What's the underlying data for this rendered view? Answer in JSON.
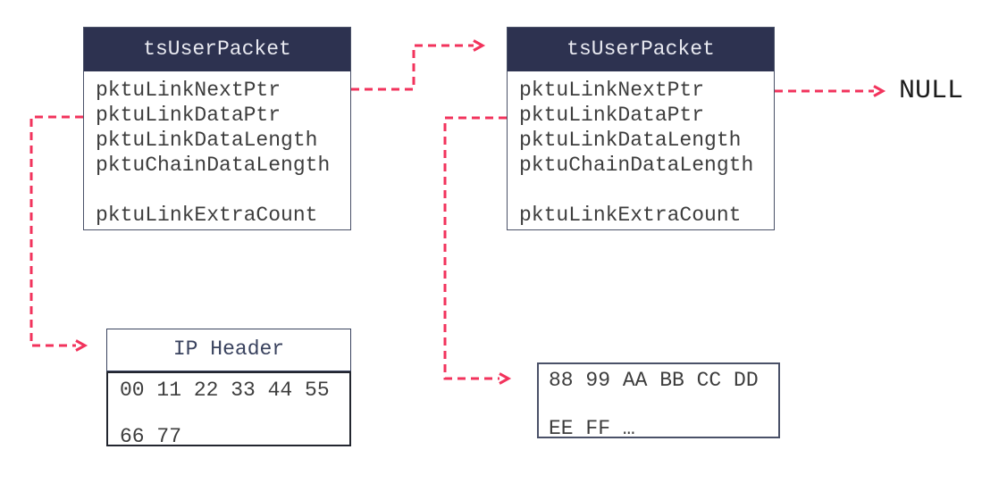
{
  "packets": [
    {
      "title": "tsUserPacket",
      "fields": [
        "pktuLinkNextPtr",
        "pktuLinkDataPtr",
        "pktuLinkDataLength",
        "pktuChainDataLength",
        "pktuLinkExtraCount"
      ]
    },
    {
      "title": "tsUserPacket",
      "fields": [
        "pktuLinkNextPtr",
        "pktuLinkDataPtr",
        "pktuLinkDataLength",
        "pktuChainDataLength",
        "pktuLinkExtraCount"
      ]
    }
  ],
  "ip_header_box": {
    "title": "IP Header",
    "data_lines": [
      "00 11 22 33 44 55",
      "66 77"
    ]
  },
  "data_box": {
    "data_lines": [
      "88 99 AA BB CC DD",
      "EE FF …"
    ]
  },
  "null_label": "NULL",
  "connections": [
    {
      "from": "packet-1.pktuLinkNextPtr",
      "to": "packet-2"
    },
    {
      "from": "packet-2.pktuLinkNextPtr",
      "to": "NULL"
    },
    {
      "from": "packet-1.pktuLinkDataPtr",
      "to": "ip-header-box"
    },
    {
      "from": "packet-2.pktuLinkDataPtr",
      "to": "data-box"
    }
  ],
  "colors": {
    "packet_header_bg": "#2d3250",
    "packet_header_text": "#e8e9f0",
    "packet_border": "#4a5168",
    "body_text": "#3d3d3d",
    "ip_header_text": "#39425e",
    "arrow": "#f2335c"
  }
}
